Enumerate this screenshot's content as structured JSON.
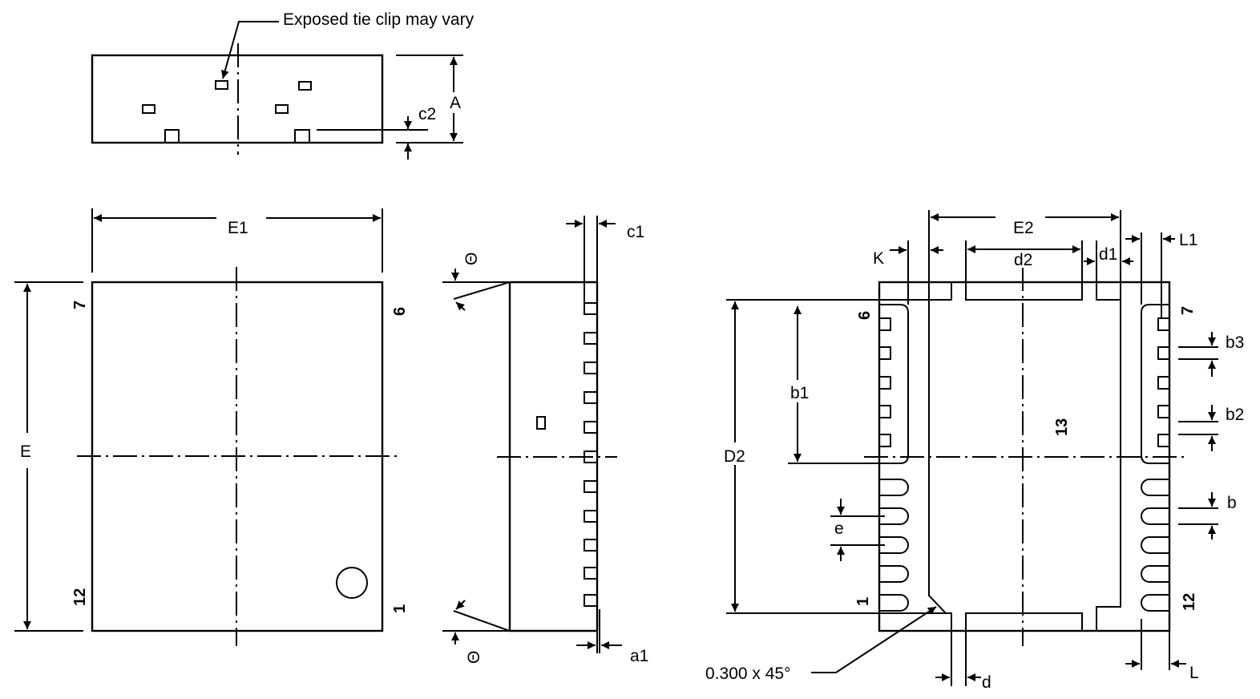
{
  "notes": {
    "tie_clip": "Exposed tie clip may vary",
    "chamfer": "0.300 x 45°"
  },
  "dimensions": {
    "A": "A",
    "c2": "c2",
    "E1": "E1",
    "E": "E",
    "c1": "c1",
    "theta_top": "Θ",
    "theta_bottom": "Θ",
    "a1": "a1",
    "E2": "E2",
    "K": "K",
    "d2": "d2",
    "d1": "d1",
    "L1": "L1",
    "D2": "D2",
    "b1": "b1",
    "b3": "b3",
    "b2": "b2",
    "b": "b",
    "e": "e",
    "L": "L",
    "d": "d"
  },
  "pins": {
    "top_view": {
      "p7": "7",
      "p6": "6",
      "p12": "12",
      "p1": "1"
    },
    "bottom_view": {
      "p6": "6",
      "p7": "7",
      "p1": "1",
      "p12": "12",
      "p13": "13"
    }
  }
}
